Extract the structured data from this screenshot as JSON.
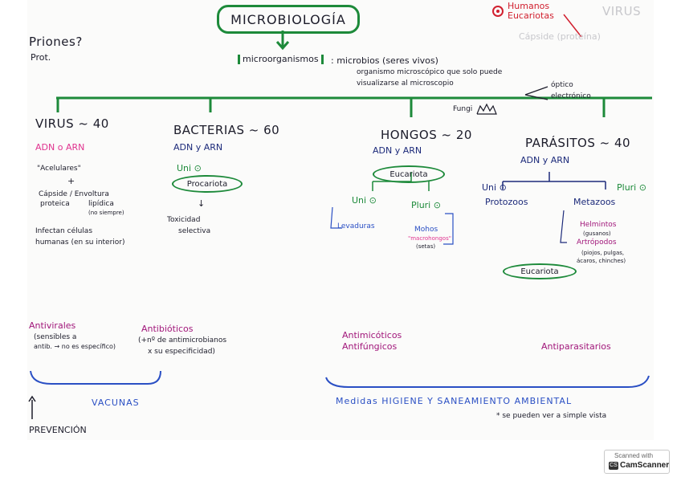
{
  "title": "MICROBIOLOGÍA",
  "top_right": {
    "line1": "Humanos",
    "line2": "Eucariotas"
  },
  "priones": {
    "line1": "Priones?",
    "line2": "Prot."
  },
  "definition": {
    "term": "microorganismos",
    "line1": ": microbios (seres vivos)",
    "line2": "organismo microscópico que solo puede",
    "line3": "visualizarse al microscopio",
    "optico": "óptico",
    "electronico": "electrónico"
  },
  "fungi": "Fungi",
  "virus": {
    "heading": "VIRUS ~ 40",
    "adn": "ADN o ARN",
    "acelulares": "\"Acelulares\"",
    "plus": "+",
    "capside": "Cápside / Envoltura",
    "proteica": "proteica",
    "lipidica": "lipídica",
    "no_siempre": "(no siempre)",
    "infectan1": "Infectan células",
    "infectan2": "humanas (en su interior)"
  },
  "bacterias": {
    "heading": "BACTERIAS ~ 60",
    "adn": "ADN y ARN",
    "uni": "Uni ⊙",
    "oval": "Procariota",
    "arrow": "↓",
    "toxicidad1": "Toxicidad",
    "toxicidad2": "selectiva"
  },
  "hongos": {
    "heading": "HONGOS ~ 20",
    "adn": "ADN y ARN",
    "oval": "Eucariota",
    "uni": "Uni ⊙",
    "pluri": "Pluri ⊙",
    "levaduras": "Levaduras",
    "mohos": "Mohos",
    "macro": "\"macrohongos\"",
    "setas": "(setas)"
  },
  "parasitos": {
    "heading": "PARÁSITOS ~ 40",
    "adn": "ADN y ARN",
    "uni": "Uni ⊙",
    "pluri": "Pluri ⊙",
    "protozoos": "Protozoos",
    "metazoos": "Metazoos",
    "helmintos": "Helmintos",
    "gusanos": "(gusanos)",
    "artropodos": "Artrópodos",
    "artro_note1": "(piojos, pulgas,",
    "artro_note2": "ácaros, chinches)",
    "oval": "Eucariota"
  },
  "treatments": {
    "antivirales": "Antivirales",
    "antiv_note1": "(sensibles a",
    "antiv_note2": "antib. → no es específico)",
    "antibioticos": "Antibióticos",
    "antib_note1": "(+nº de antimicrobianos",
    "antib_note2": "x su especificidad)",
    "antimicoticos": "Antimicóticos",
    "antifungicos": "Antifúngicos",
    "antiparasitarios": "Antiparasitarios"
  },
  "bottom": {
    "vacunas": "VACUNAS",
    "medidas": "Medidas HIGIENE Y SANEAMIENTO AMBIENTAL",
    "note": "* se pueden ver a simple vista",
    "prevencion": "PREVENCIÓN"
  },
  "ghost": {
    "virus": "VIRUS",
    "capside": "Cápside (proteína)"
  },
  "scanner": {
    "line1": "Scanned with",
    "line2": "CamScanner"
  },
  "colors": {
    "green": "#1d8a3a",
    "pink": "#e0338f",
    "magenta": "#a1167a",
    "blue": "#2a4fc4",
    "navy": "#1c2a7a"
  }
}
